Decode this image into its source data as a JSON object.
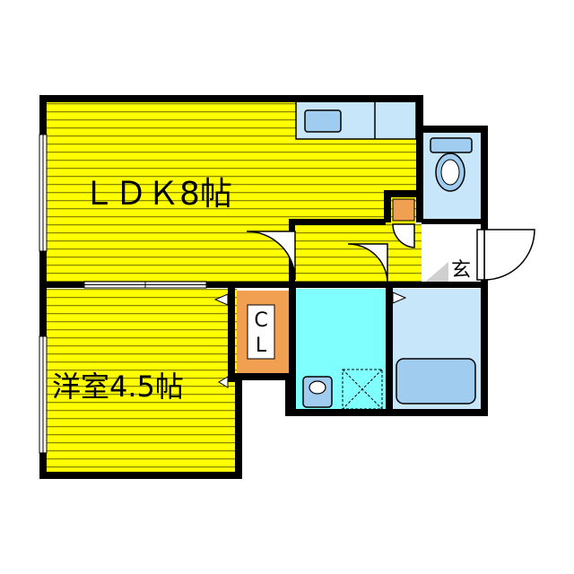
{
  "rooms": {
    "ldk": {
      "label": "ＬＤＫ8帖"
    },
    "western": {
      "label": "洋室4.5帖"
    },
    "closet": {
      "line1": "C",
      "line2": "L"
    },
    "entrance": {
      "label": "玄"
    }
  },
  "colors": {
    "floor_yellow": "#ffff00",
    "floor_stripe": "#8a8a00",
    "wall": "#000000",
    "closet_orange": "#f0a050",
    "washroom_cyan": "#80ffff",
    "bath_blue": "#c8e6fa",
    "fixture_blue": "#a0ccf0",
    "entrance_gray": "#d0d0d0"
  }
}
